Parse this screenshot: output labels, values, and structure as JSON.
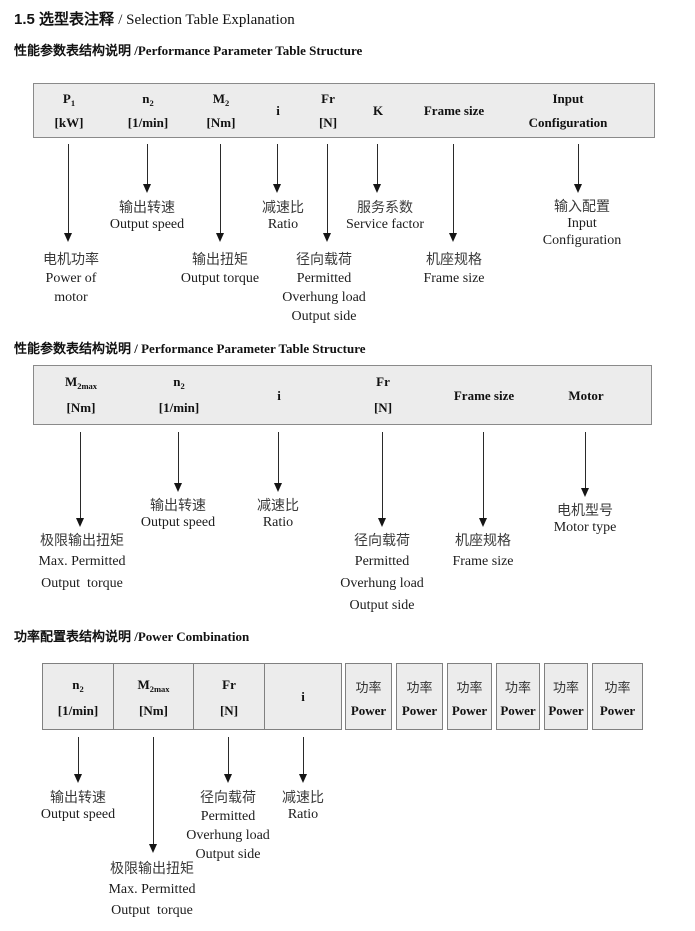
{
  "title": {
    "cn_part": "1.5 选型表注释 ",
    "en_part": "/ Selection Table Explanation"
  },
  "s1": {
    "heading": "性能参数表结构说明 /Performance Parameter Table Structure",
    "cols": [
      {
        "base": "P",
        "sub": "1",
        "line2": "[kW]"
      },
      {
        "base": "n",
        "sub": "2",
        "line2": "[1/min]"
      },
      {
        "base": "M",
        "sub": "2",
        "line2": "[Nm]"
      },
      {
        "base": "i"
      },
      {
        "base": "Fr",
        "line2": "[N]"
      },
      {
        "base": "K"
      },
      {
        "base": "Frame size"
      },
      {
        "base": "Input",
        "line2": "Configuration"
      }
    ],
    "callouts": [
      {
        "cn": "电机功率",
        "en": [
          "Power of",
          "motor"
        ]
      },
      {
        "cn": "输出转速",
        "en": [
          "Output speed"
        ]
      },
      {
        "cn": "输出扭矩",
        "en": [
          "Output torque"
        ]
      },
      {
        "cn": "减速比",
        "en": [
          "Ratio"
        ]
      },
      {
        "cn": "径向载荷",
        "en": [
          "Permitted",
          "Overhung load",
          "Output side"
        ]
      },
      {
        "cn": "服务系数",
        "en": [
          "Service factor"
        ]
      },
      {
        "cn": "机座规格",
        "en": [
          "Frame size"
        ]
      },
      {
        "cn": "输入配置",
        "en": [
          "Input",
          "Configuration"
        ]
      }
    ]
  },
  "s2": {
    "heading": "性能参数表结构说明 / Performance Parameter Table Structure",
    "cols": [
      {
        "base": "M",
        "sub": "2max",
        "line2": "[Nm]"
      },
      {
        "base": "n",
        "sub": "2",
        "line2": "[1/min]"
      },
      {
        "base": "i"
      },
      {
        "base": "Fr",
        "line2": "[N]"
      },
      {
        "base": "Frame size"
      },
      {
        "base": "Motor"
      }
    ],
    "callouts": [
      {
        "cn": "极限输出扭矩",
        "en": [
          "Max. Permitted",
          "Output  torque"
        ]
      },
      {
        "cn": "输出转速",
        "en": [
          "Output speed"
        ]
      },
      {
        "cn": "减速比",
        "en": [
          "Ratio"
        ]
      },
      {
        "cn": "径向载荷",
        "en": [
          "Permitted",
          "Overhung load",
          "Output side"
        ]
      },
      {
        "cn": "机座规格",
        "en": [
          "Frame size"
        ]
      },
      {
        "cn": "电机型号",
        "en": [
          "Motor type"
        ]
      }
    ]
  },
  "s3": {
    "heading": "功率配置表结构说明 /Power Combination",
    "cols": [
      {
        "base": "n",
        "sub": "2",
        "line2": "[1/min]"
      },
      {
        "base": "M",
        "sub": "2max",
        "line2": "[Nm]"
      },
      {
        "base": "Fr",
        "line2": "[N]"
      },
      {
        "base": "i"
      }
    ],
    "power_cell": {
      "cn": "功率",
      "en": "Power"
    },
    "callouts": [
      {
        "cn": "输出转速",
        "en": [
          "Output speed"
        ]
      },
      {
        "cn": "极限输出扭矩",
        "en": [
          "Max. Permitted",
          "Output  torque"
        ]
      },
      {
        "cn": "径向载荷",
        "en": [
          "Permitted",
          "Overhung load",
          "Output side"
        ]
      },
      {
        "cn": "减速比",
        "en": [
          "Ratio"
        ]
      }
    ]
  }
}
